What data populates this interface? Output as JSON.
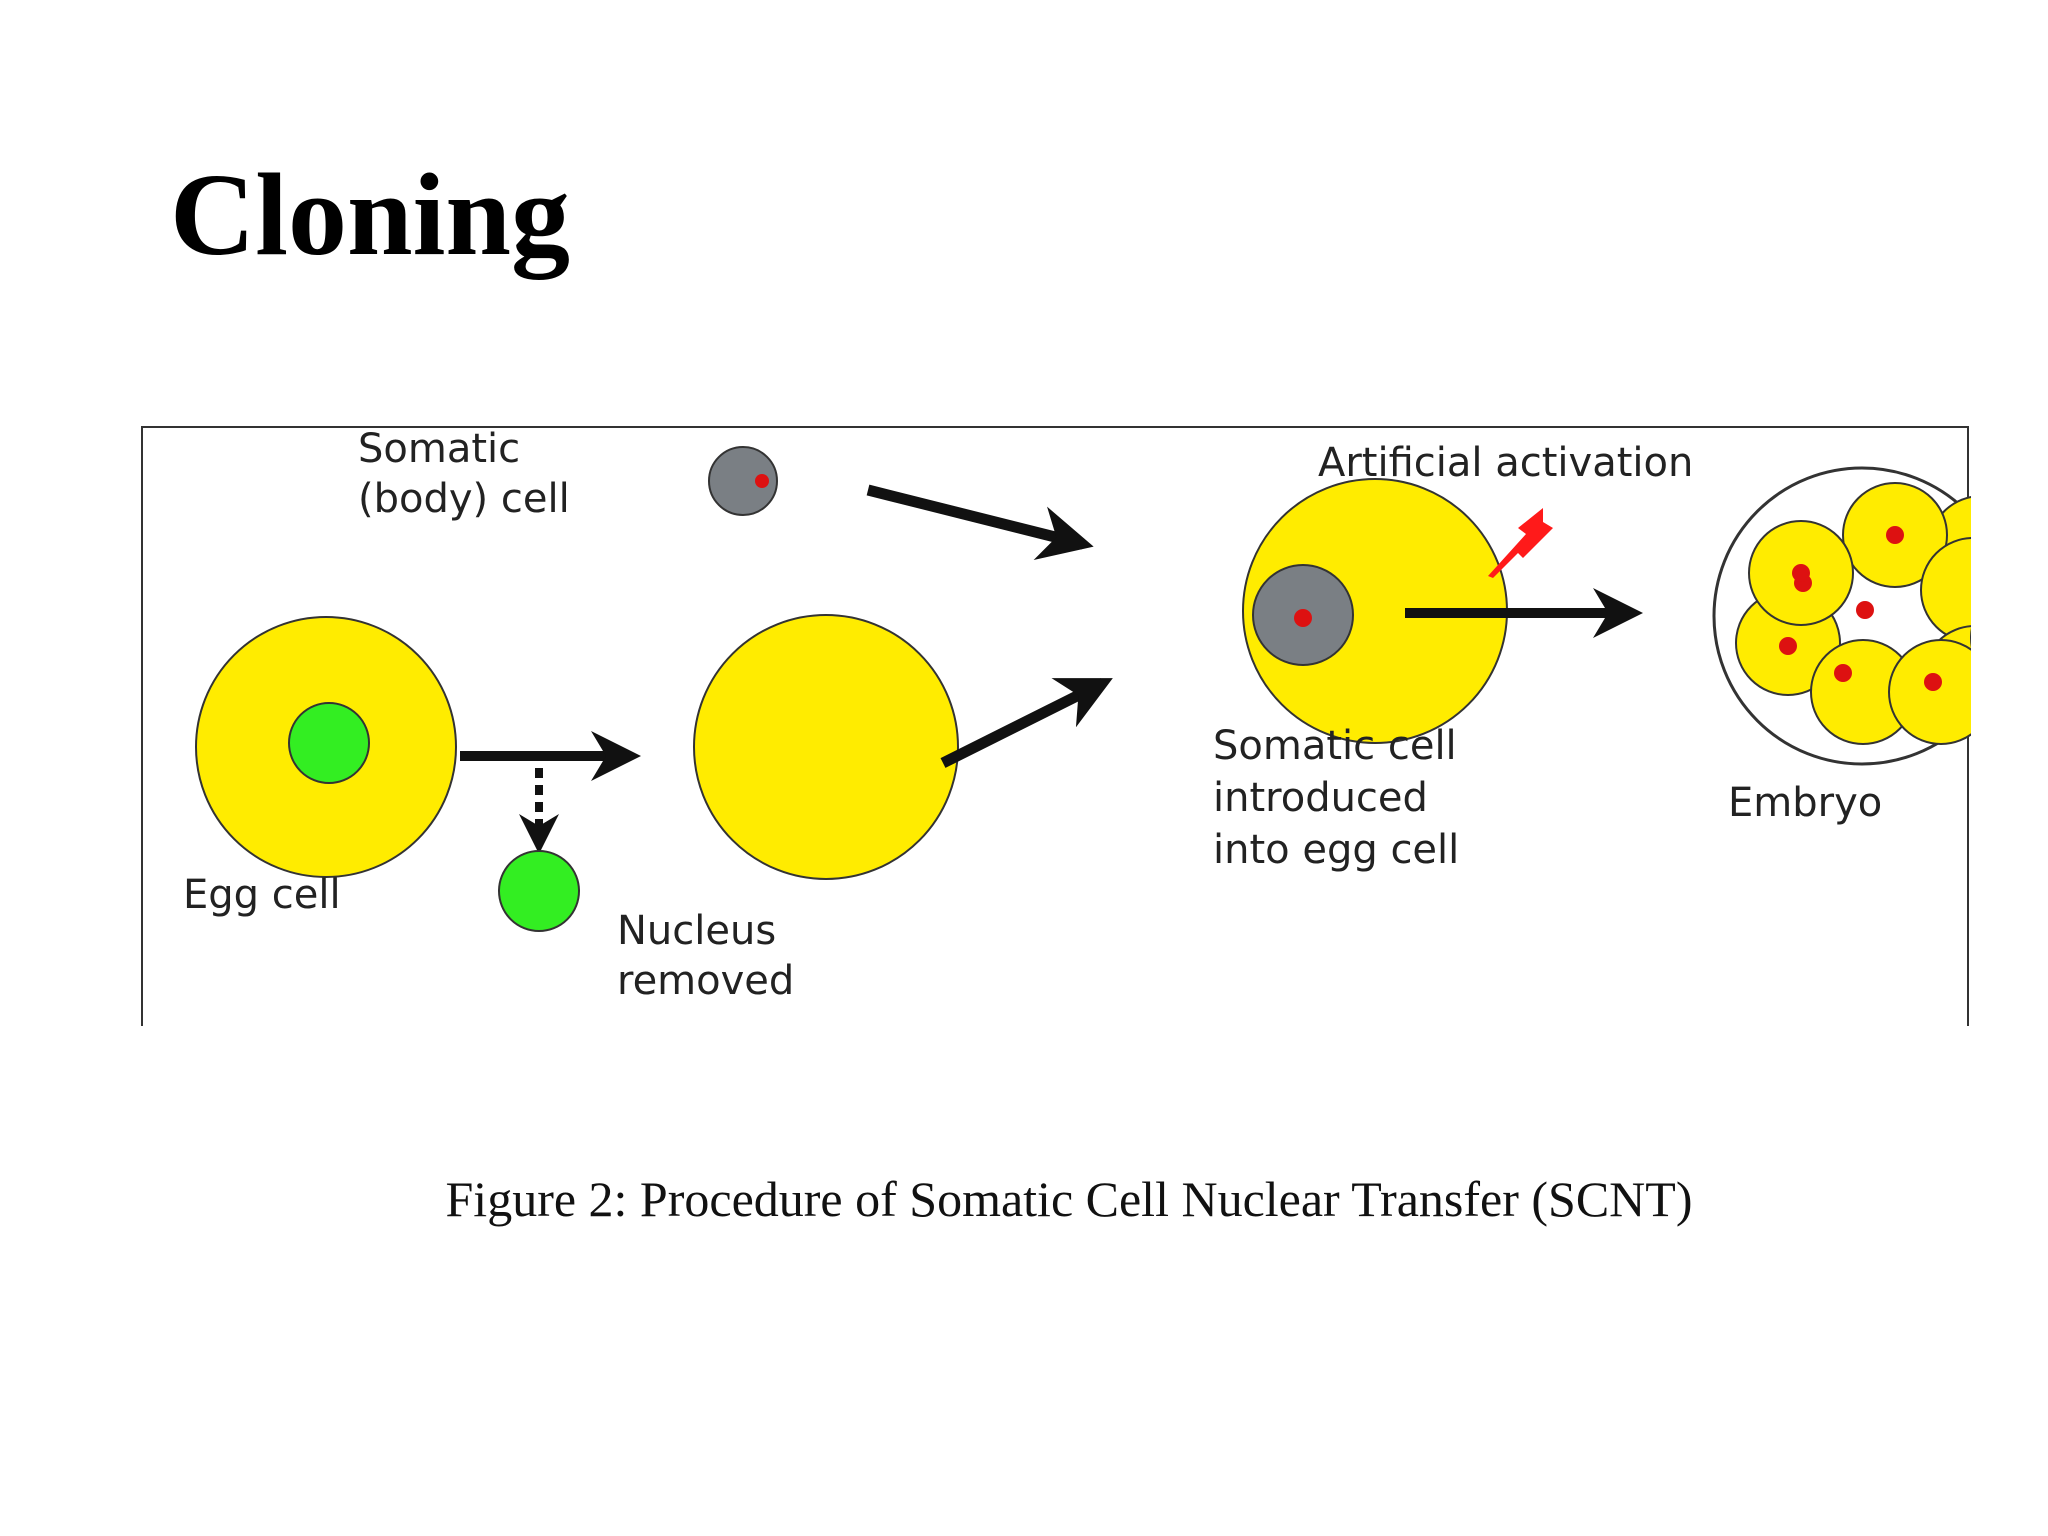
{
  "slide": {
    "title": "Cloning",
    "caption": "Figure 2: Procedure of Somatic Cell Nuclear Transfer (SCNT)"
  },
  "diagram": {
    "labels": {
      "somatic_line1": "Somatic",
      "somatic_line2": "(body) cell",
      "egg_cell": "Egg cell",
      "nucleus_removed_line1": "Nucleus",
      "nucleus_removed_line2": "removed",
      "introduced_line1": "Somatic cell",
      "introduced_line2": "introduced",
      "introduced_line3": "into egg cell",
      "activation": "Artificial activation",
      "embryo": "Embryo"
    },
    "colors": {
      "cytoplasm": "#ffec00",
      "egg_nucleus": "#33ee22",
      "somatic_nucleus": "#7a7f84",
      "chromatin": "#dd1111",
      "lightning": "#ff1a1a",
      "arrow": "#111111"
    },
    "icons": {
      "activation": "lightning-bolt-icon"
    }
  }
}
